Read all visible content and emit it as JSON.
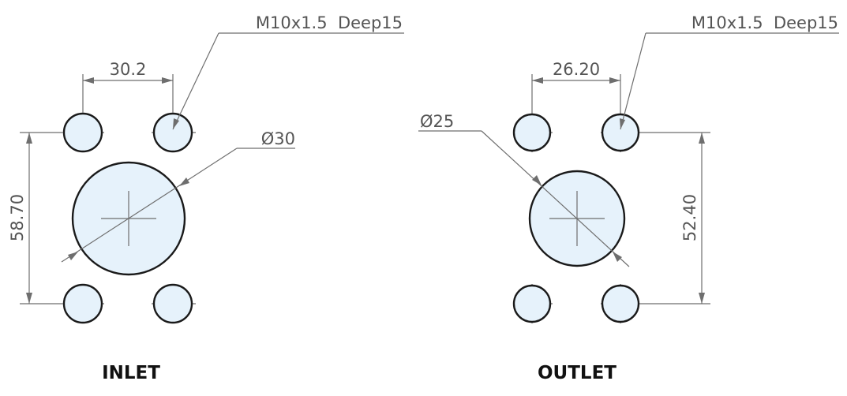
{
  "inlet": {
    "caption": "INLET",
    "thread_note": "M10x1.5  Deep15",
    "horizontal_spacing": "30.2",
    "vertical_spacing": "58.70",
    "main_diameter": "Ø30"
  },
  "outlet": {
    "caption": "OUTLET",
    "thread_note": "M10x1.5  Deep15",
    "horizontal_spacing": "26.20",
    "vertical_spacing": "52.40",
    "main_diameter": "Ø25"
  },
  "colors": {
    "hole_fill": "#e6f2fb",
    "outline": "#1a1a1a",
    "dimension": "#6e6e6e"
  }
}
